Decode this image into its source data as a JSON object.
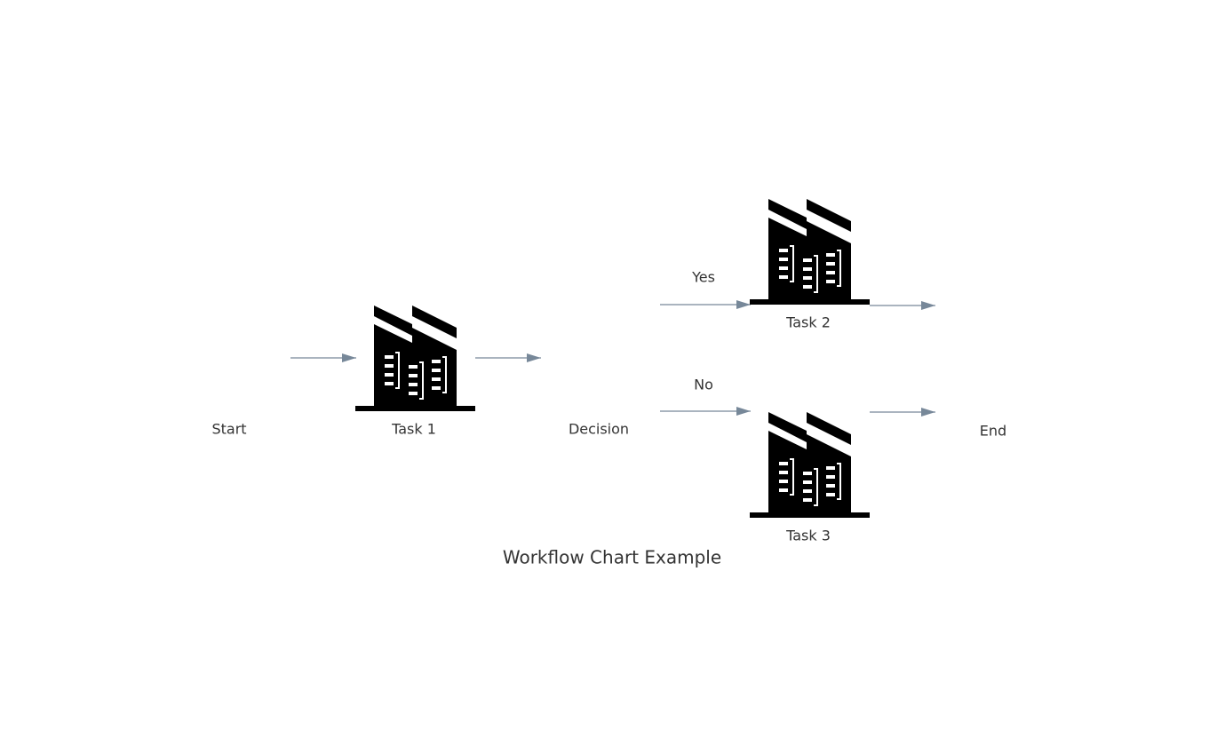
{
  "diagram": {
    "title": "Workflow Chart Example",
    "edge_color": "#778899",
    "icon_color": "#000000",
    "nodes": [
      {
        "id": "start",
        "label": "Start",
        "icon": "none"
      },
      {
        "id": "task1",
        "label": "Task 1",
        "icon": "factory-icon"
      },
      {
        "id": "decision",
        "label": "Decision",
        "icon": "none"
      },
      {
        "id": "task2",
        "label": "Task 2",
        "icon": "factory-icon"
      },
      {
        "id": "task3",
        "label": "Task 3",
        "icon": "factory-icon"
      },
      {
        "id": "end",
        "label": "End",
        "icon": "none"
      }
    ],
    "edges": [
      {
        "from": "start",
        "to": "task1",
        "label": ""
      },
      {
        "from": "task1",
        "to": "decision",
        "label": ""
      },
      {
        "from": "decision",
        "to": "task2",
        "label": "Yes"
      },
      {
        "from": "decision",
        "to": "task3",
        "label": "No"
      },
      {
        "from": "task2",
        "to": "end",
        "label": ""
      },
      {
        "from": "task3",
        "to": "end",
        "label": ""
      }
    ]
  }
}
